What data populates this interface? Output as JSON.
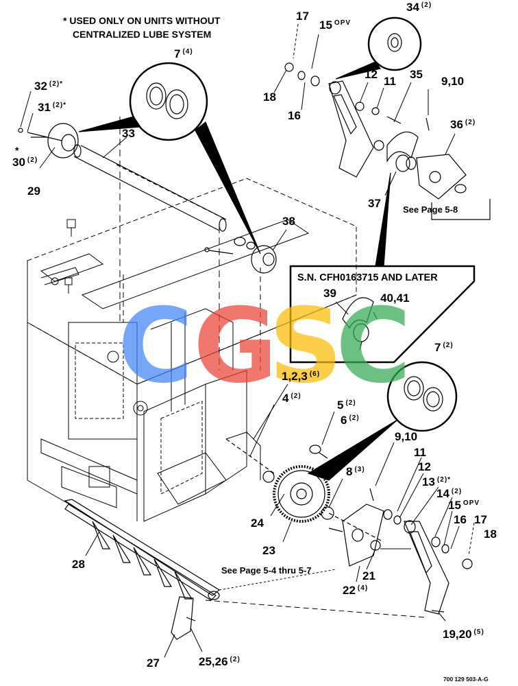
{
  "note": {
    "line1": "* USED ONLY ON UNITS WITHOUT",
    "line2": "CENTRALIZED LUBE SYSTEM"
  },
  "labels": {
    "l17a": "17",
    "l15a": "15",
    "l15a_sup": "OPV",
    "l34": "34",
    "l34_sup": "(2)",
    "l7a": "7",
    "l7a_sup": "(4)",
    "l32": "32",
    "l32_sup": "(2)*",
    "l31": "31",
    "l31_sup": "(2)*",
    "l30star": "*",
    "l30": "30",
    "l30_sup": "(2)",
    "l33": "33",
    "l29": "29",
    "l18a": "18",
    "l16a": "16",
    "l12a": "12",
    "l11a": "11",
    "l35": "35",
    "l910a": "9,10",
    "l36": "36",
    "l36_sup": "(2)",
    "l37": "37",
    "l38": "38",
    "l39": "39",
    "l4041": "40,41",
    "l7b": "7",
    "l7b_sup": "(2)",
    "l123": "1,2,3",
    "l123_sup": "(6)",
    "l4": "4",
    "l4_sup": "(2)",
    "l5": "5",
    "l5_sup": "(2)",
    "l6": "6",
    "l6_sup": "(2)",
    "l910b": "9,10",
    "l8": "8",
    "l8_sup": "(3)",
    "l11b": "11",
    "l12b": "12",
    "l13": "13",
    "l13_sup": "(2)*",
    "l14": "14",
    "l14_sup": "(2)",
    "l15b": "15",
    "l15b_sup": "OPV",
    "l16b": "16",
    "l17b": "17",
    "l18b": "18",
    "l24": "24",
    "l23": "23",
    "l28": "28",
    "l21": "21",
    "l22": "22",
    "l22_sup": "(4)",
    "l1920": "19,20",
    "l1920_sup": "(5)",
    "l27": "27",
    "l2526": "25,26",
    "l2526_sup": "(2)"
  },
  "references": {
    "see_58": "See Page 5-8",
    "see_54": "See Page 5-4 thru 5-7",
    "serial_box": "S.N. CFH0163715 AND LATER"
  },
  "watermark": {
    "letters": [
      "C",
      "G",
      "S",
      "C"
    ],
    "colors": [
      "#4285F4",
      "#EA4335",
      "#FBBC05",
      "#34A853"
    ]
  },
  "figure_code": "700 129 503-A-G"
}
